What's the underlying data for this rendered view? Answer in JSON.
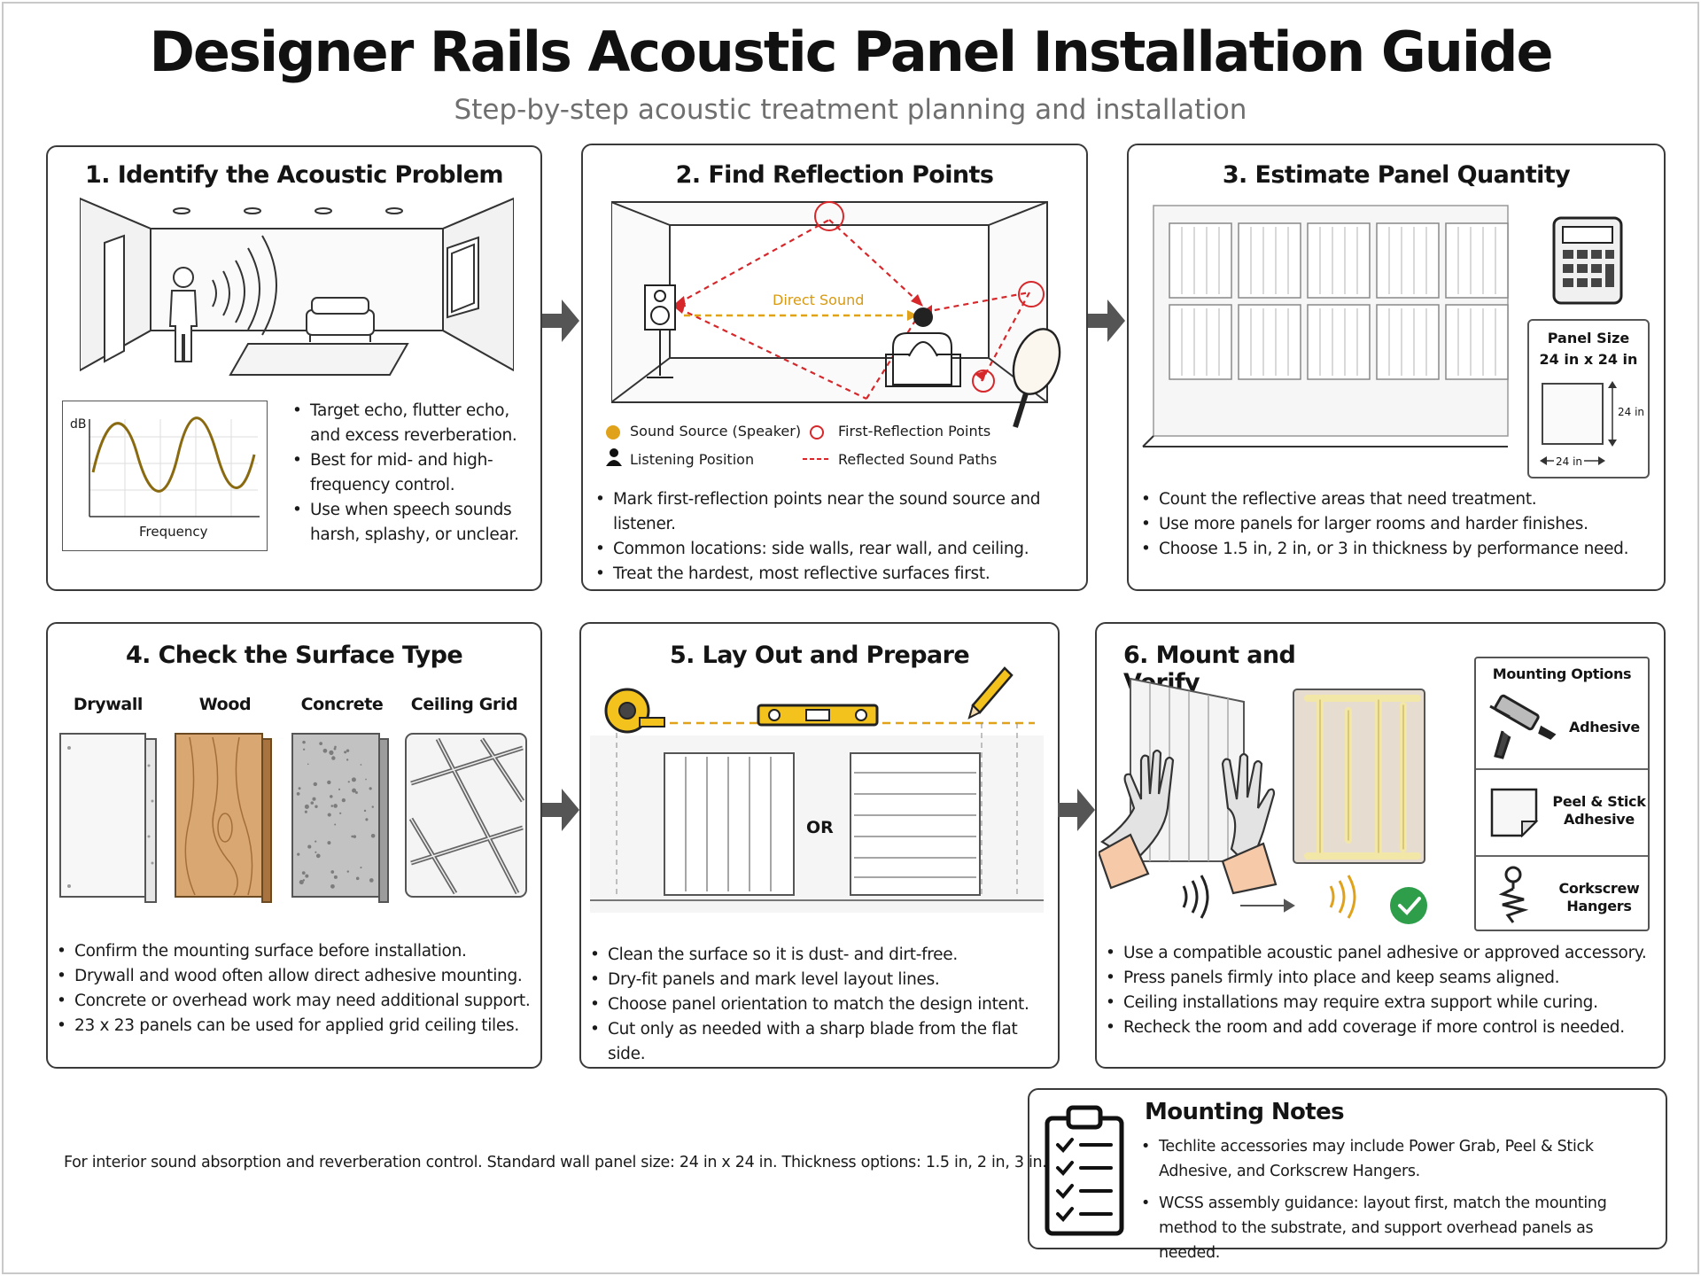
{
  "header": {
    "title": "Designer Rails Acoustic Panel Installation Guide",
    "subtitle": "Step-by-step acoustic treatment planning and installation"
  },
  "steps": [
    {
      "title": "1. Identify the Acoustic Problem",
      "graph_ylabel": "dB",
      "graph_xlabel": "Frequency",
      "bullets": [
        "Target echo, flutter echo, and excess reverberation.",
        "Best for mid- and high-frequency control.",
        "Use when speech sounds harsh, splashy, or unclear."
      ]
    },
    {
      "title": "2. Find Reflection Points",
      "direct_sound_label": "Direct Sound",
      "legend": [
        "Sound Source (Speaker)",
        "First-Reflection Points",
        "Listening Position",
        "Reflected Sound Paths"
      ],
      "bullets": [
        "Mark first-reflection points near the sound source and listener.",
        "Common locations: side walls, rear wall, and ceiling.",
        "Treat the hardest, most reflective surfaces first."
      ]
    },
    {
      "title": "3. Estimate Panel Quantity",
      "panel_size_label": "Panel Size",
      "panel_size_value": "24 in x 24 in",
      "dim_height": "24 in",
      "dim_width": "24 in",
      "bullets": [
        "Count the reflective areas that need treatment.",
        "Use more panels for larger rooms and harder finishes.",
        "Choose 1.5 in, 2 in, or 3 in thickness by performance need."
      ]
    },
    {
      "title": "4. Check the Surface Type",
      "surfaces": [
        "Drywall",
        "Wood",
        "Concrete",
        "Ceiling Grid"
      ],
      "bullets": [
        "Confirm the mounting surface before installation.",
        "Drywall and wood often allow direct adhesive mounting.",
        "Concrete or overhead work may need additional support.",
        "23 x 23 panels can be used for applied grid ceiling tiles."
      ]
    },
    {
      "title": "5. Lay Out and Prepare",
      "or_label": "OR",
      "bullets": [
        "Clean the surface so it is dust- and dirt-free.",
        "Dry-fit panels and mark level layout lines.",
        "Choose panel orientation to match the design intent.",
        "Cut only as needed with a sharp blade from the flat side."
      ]
    },
    {
      "title": "6. Mount and Verify",
      "mounting_options_title": "Mounting Options",
      "mounting_options": [
        "Adhesive",
        "Peel & Stick Adhesive",
        "Corkscrew Hangers"
      ],
      "bullets": [
        "Use a compatible acoustic panel adhesive or approved accessory.",
        "Press panels firmly into place and keep seams aligned.",
        "Ceiling installations may require extra support while curing.",
        "Recheck the room and add coverage if more control is needed."
      ]
    }
  ],
  "footer": {
    "text": "For interior sound absorption and reverberation control. Standard wall panel size: 24 in x 24 in. Thickness options: 1.5 in, 2 in, 3 in."
  },
  "notes": {
    "title": "Mounting Notes",
    "bullets": [
      "Techlite accessories may include Power Grab, Peel & Stick Adhesive, and Corkscrew Hangers.",
      "WCSS assembly guidance: layout first, match the mounting method to the substrate, and support overhead panels as needed."
    ]
  },
  "colors": {
    "reflection_red": "#d6282b",
    "direct_orange": "#e0a21a",
    "check_green": "#2e9e4a",
    "arrow_gray": "#555555",
    "wood": "#d9a772"
  }
}
